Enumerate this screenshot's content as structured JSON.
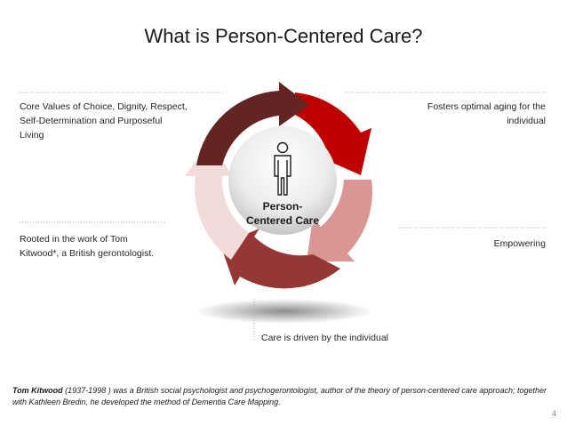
{
  "title": "What is Person-Centered Care?",
  "center": {
    "line1": "Person-",
    "line2": "Centered Care"
  },
  "labels": {
    "top_left": "Core Values of Choice, Dignity, Respect, Self-Determination and Purposeful Living",
    "top_right": "Fosters optimal aging for the individual",
    "mid_left": "Rooted in the work of Tom Kitwood*, a British gerontologist.",
    "mid_right": "Empowering",
    "bottom": "Care is driven by the individual"
  },
  "footnote": {
    "name": "Tom Kitwood",
    "text": " (1937-1998 ) was a British social psychologist and psychogerontologist, author of the theory of person-centered care approach; together with Kathleen Bredin, he developed the method of Dementia Care Mapping."
  },
  "page_number": "4",
  "colors": {
    "segment_top_right": "#c00000",
    "segment_right": "#d99694",
    "segment_bottom": "#953735",
    "segment_left": "#f2dcdb",
    "segment_top_left": "#632523"
  },
  "icons": {
    "center": "person-icon"
  }
}
